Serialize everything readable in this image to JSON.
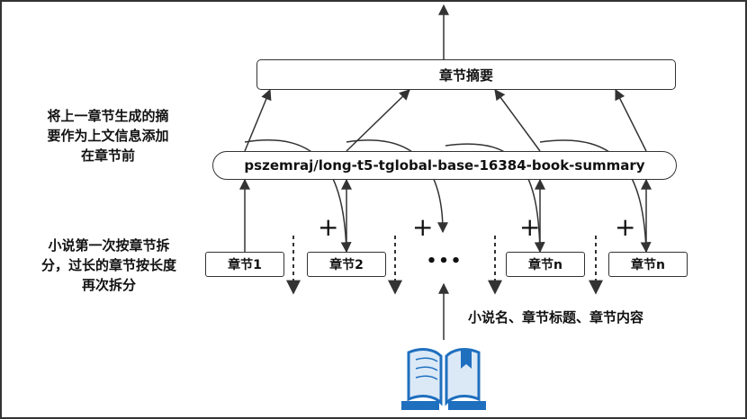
{
  "summary_box": {
    "label": "章节摘要"
  },
  "model_box": {
    "label": "pszemraj/long-t5-tglobal-base-16384-book-summary"
  },
  "chapters": [
    {
      "label": "章节1"
    },
    {
      "label": "章节2"
    },
    {
      "label": "章节n"
    },
    {
      "label": "章节n"
    }
  ],
  "ellipsis": "•••",
  "plus_symbol": "+",
  "left_notes": {
    "top": [
      "将上一章节生成的摘",
      "要作为上文信息添加",
      "在章节前"
    ],
    "bottom": [
      "小说第一次按章节拆",
      "分，过长的章节按长度",
      "再次拆分"
    ]
  },
  "input_label": "小说名、章节标题、章节内容",
  "colors": {
    "book_icon": "#1f6fbf",
    "book_fill": "#dbe9f7",
    "stroke": "#333333"
  }
}
